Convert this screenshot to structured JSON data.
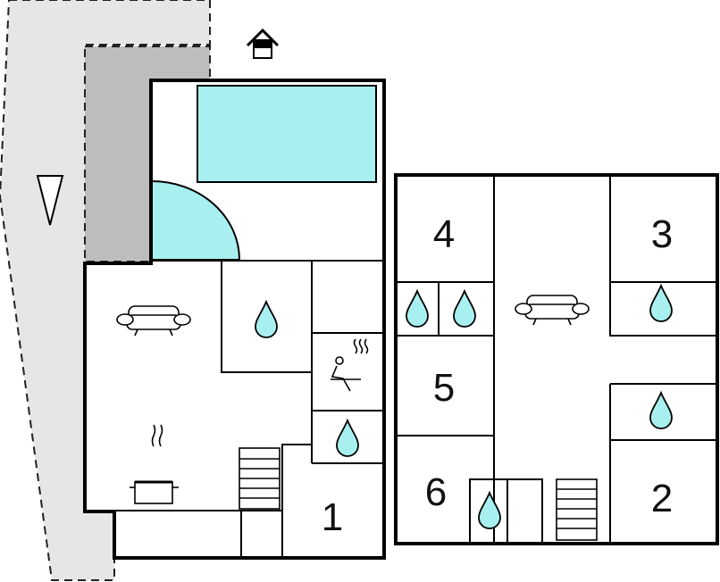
{
  "floor_plan": {
    "colors": {
      "terrace": "#e6e6e6",
      "shade": "#bdbdbd",
      "pool": "#a8f0f0",
      "water": "#a8f0f0",
      "wall": "#000000",
      "background": "#ffffff"
    },
    "icons": [
      "house-entrance-icon",
      "north-arrow-icon",
      "pool-icon",
      "sofa-icon",
      "bathroom-drop-icon",
      "sauna-icon",
      "kitchen-pot-icon",
      "stairs-icon"
    ],
    "ground_floor": {
      "rooms": [
        {
          "label": "1"
        }
      ]
    },
    "upper_floor": {
      "rooms": [
        {
          "label": "2"
        },
        {
          "label": "3"
        },
        {
          "label": "4"
        },
        {
          "label": "5"
        },
        {
          "label": "6"
        }
      ]
    }
  }
}
